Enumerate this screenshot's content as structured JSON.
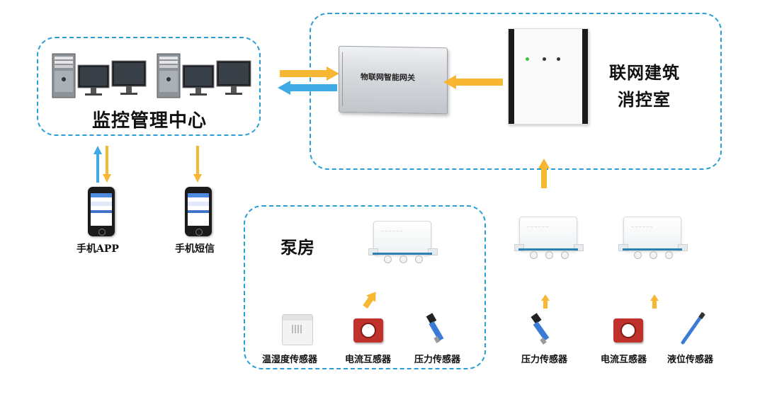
{
  "monitoring_center": {
    "label": "监控管理中心"
  },
  "gateway": {
    "label": "物联网智能网关"
  },
  "building_control_room": {
    "line1": "联网建筑",
    "line2": "消控室"
  },
  "phones": [
    {
      "label": "手机APP"
    },
    {
      "label": "手机短信"
    }
  ],
  "pump_room": {
    "label": "泵房",
    "sensors": [
      {
        "label": "温湿度传感器"
      },
      {
        "label": "电流互感器"
      },
      {
        "label": "压力传感器"
      }
    ]
  },
  "outdoor_sensors": [
    {
      "label": "压力传感器"
    },
    {
      "label": "电流互感器"
    },
    {
      "label": "液位传感器"
    }
  ],
  "colors": {
    "dashed_border": "#2a9fd6",
    "arrow_orange": "#f7b733",
    "arrow_blue": "#3fa9e6"
  },
  "icons": [
    "server-icon",
    "monitor-icon",
    "smartphone-icon",
    "gateway-device-icon",
    "control-cabinet-icon",
    "junction-box-icon",
    "current-transformer-icon",
    "pressure-sensor-icon",
    "humidity-sensor-icon",
    "level-sensor-icon"
  ]
}
